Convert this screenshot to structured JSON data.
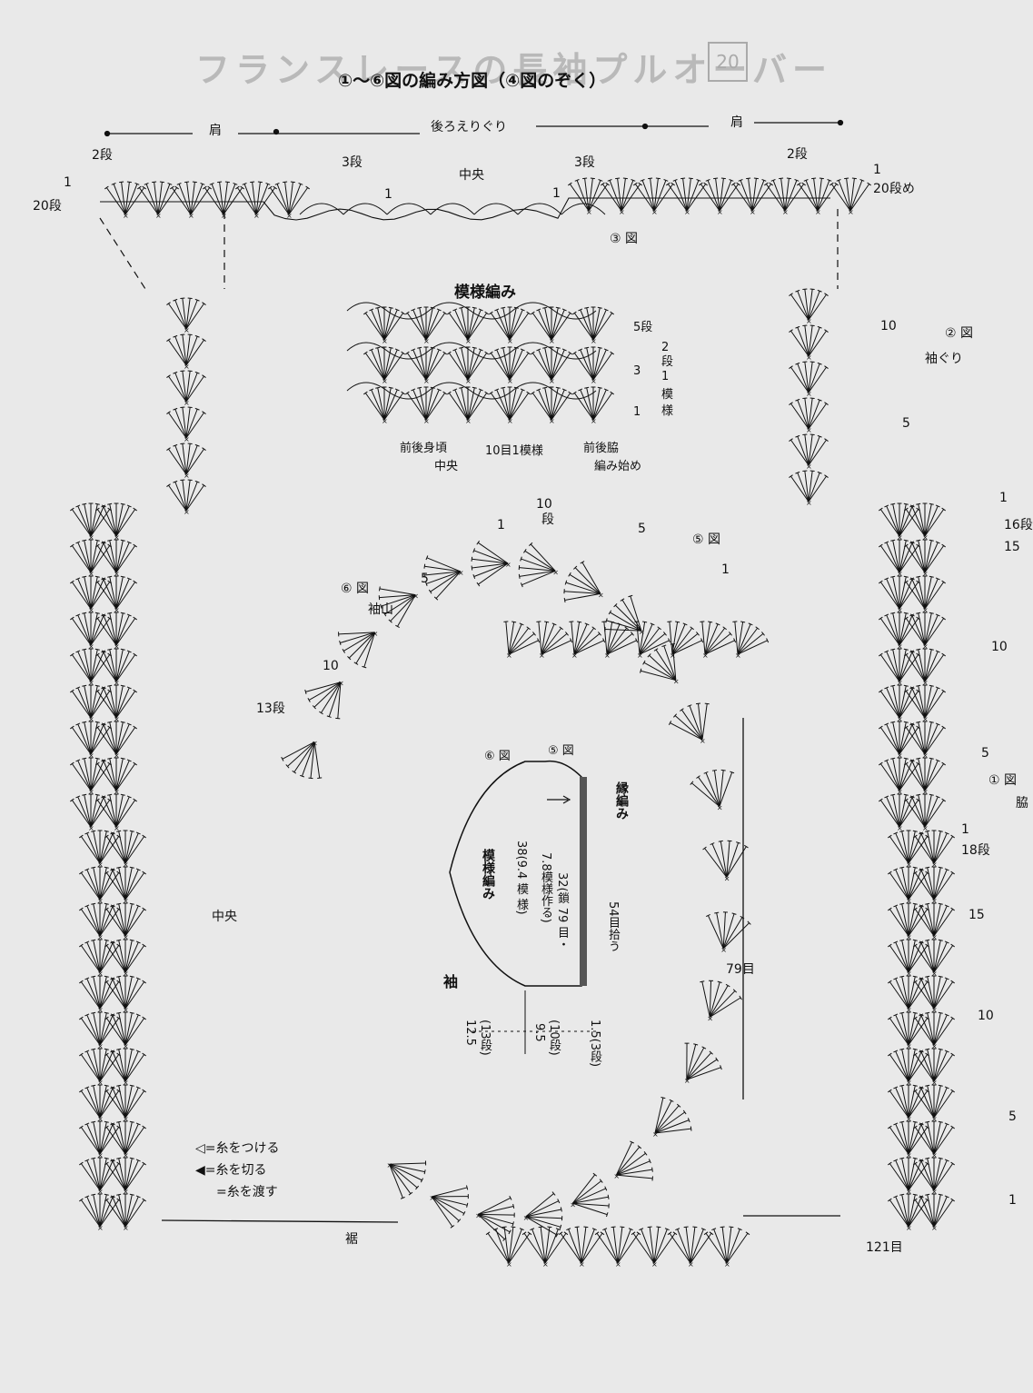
{
  "page": {
    "title": "①〜⑥図の編み方図（④図のぞく）",
    "faint_header": "フランスレースの長袖プルオーバー",
    "page_number": "20"
  },
  "top_yoke": {
    "shoulder_left": "肩",
    "back_neck": "後ろえりぐり",
    "shoulder_right": "肩",
    "center": "中央",
    "left_rows": [
      "2段",
      "1",
      "20段",
      "3段",
      "1"
    ],
    "right_rows": [
      "3段",
      "1",
      "2段",
      "1",
      "20段め"
    ],
    "figure_label": "③ 図"
  },
  "pattern": {
    "title": "模様編み",
    "rows": [
      "5段",
      "2",
      "段",
      "3",
      "1",
      "模",
      "様",
      "1"
    ],
    "bottom_labels": [
      "前後身頃",
      "中央",
      "10目1模様",
      "前後脇",
      "編み始め"
    ]
  },
  "right_panel": {
    "figure_armhole": "② 図",
    "armhole": "袖ぐり",
    "figure_side": "① 図",
    "side": "脇",
    "rows": [
      "10",
      "5",
      "1",
      "16段",
      "15",
      "10",
      "5",
      "1",
      "18段",
      "15",
      "10",
      "5",
      "1"
    ],
    "bottom_count": "121目"
  },
  "sleeve": {
    "figure_cap": "⑥ 図",
    "cap": "袖山",
    "figure_5": "⑤ 図",
    "rows_left": [
      "13段",
      "10",
      "5"
    ],
    "rows_top": [
      "1",
      "10",
      "段",
      "5",
      "1"
    ],
    "center": "中央",
    "stitch_79": "79目"
  },
  "schematic": {
    "fig6": "⑥ 図",
    "fig5": "⑤ 図",
    "pattern_stitch": "模様編み",
    "edging": "縁編み",
    "width": "38(9.4 模 様)",
    "chain": "32(鎖 79 目・",
    "chain2": "7.8模様作る)",
    "pickup": "54目拾う",
    "sleeve": "袖",
    "dim1": "12.5",
    "dim1b": "(13段)",
    "dim2": "9.5",
    "dim2b": "(10段)",
    "dim3": "1.5(3段)"
  },
  "legend": {
    "attach": "◁=糸をつける",
    "cut": "◀=糸を切る",
    "carry": "=糸を渡す"
  },
  "bottom": {
    "hem": "裾"
  }
}
